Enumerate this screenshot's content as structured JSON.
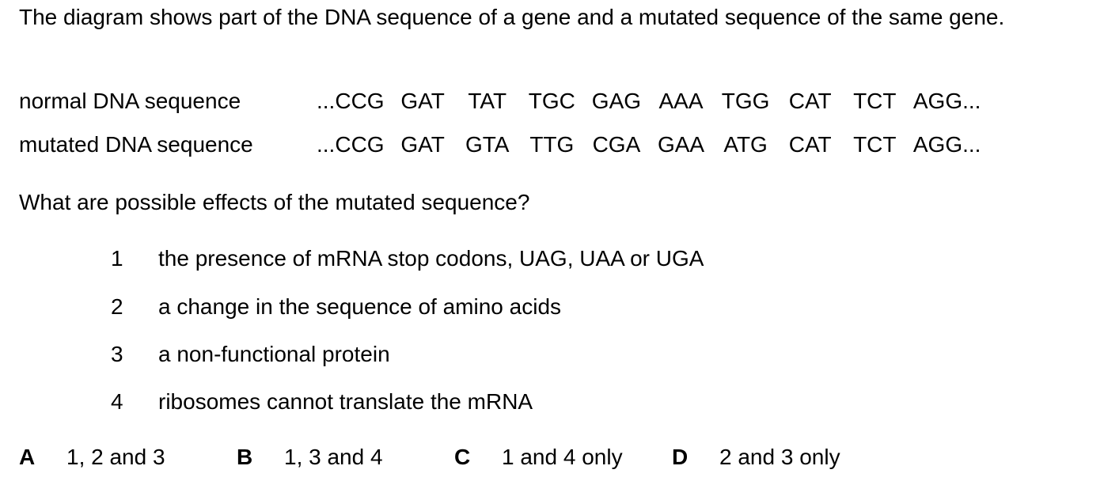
{
  "intro": "The diagram shows part of the DNA sequence of a gene and a mutated sequence of the same gene.",
  "sequences": {
    "normal": {
      "label": "normal DNA sequence",
      "prefix": "...",
      "codons": [
        "CCG",
        "GAT",
        "TAT",
        "TGC",
        "GAG",
        "AAA",
        "TGG",
        "CAT",
        "TCT",
        "AGG"
      ],
      "suffix": "..."
    },
    "mutated": {
      "label": "mutated DNA sequence",
      "prefix": "...",
      "codons": [
        "CCG",
        "GAT",
        "GTA",
        "TTG",
        "CGA",
        "GAA",
        "ATG",
        "CAT",
        "TCT",
        "AGG"
      ],
      "suffix": "..."
    }
  },
  "question": "What are possible effects of the mutated sequence?",
  "statements": [
    {
      "num": "1",
      "text": "the presence of mRNA stop codons, UAG, UAA or UGA"
    },
    {
      "num": "2",
      "text": "a change in the sequence of amino acids"
    },
    {
      "num": "3",
      "text": "a non-functional protein"
    },
    {
      "num": "4",
      "text": "ribosomes cannot translate the mRNA"
    }
  ],
  "answers": [
    {
      "letter": "A",
      "text": "1, 2 and 3"
    },
    {
      "letter": "B",
      "text": "1, 3 and 4"
    },
    {
      "letter": "C",
      "text": "1 and 4 only"
    },
    {
      "letter": "D",
      "text": "2 and 3 only"
    }
  ]
}
